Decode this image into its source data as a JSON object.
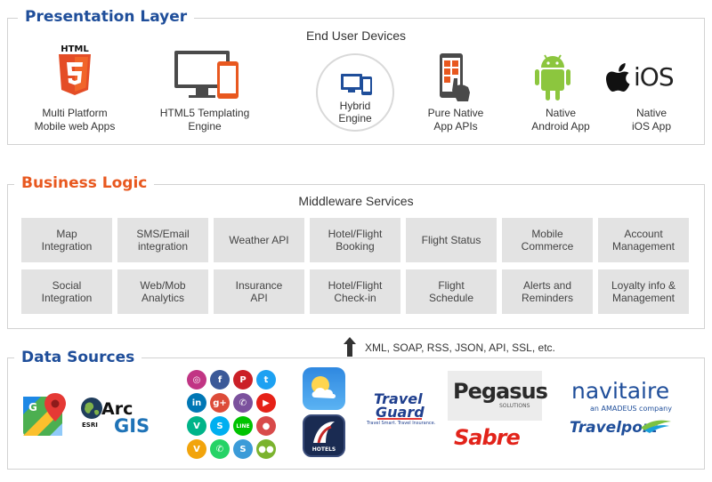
{
  "presentation": {
    "title": "Presentation Layer",
    "subtitle": "End User Devices",
    "devices": [
      {
        "label": "Multi Platform\nMobile web Apps",
        "icon": "html5-icon",
        "badge": "HTML"
      },
      {
        "label": "HTML5 Templating\nEngine",
        "icon": "monitor-phone-icon"
      },
      {
        "label": "Hybrid\nEngine",
        "icon": "tablet-phone-icon"
      },
      {
        "label": "Pure Native\nApp APIs",
        "icon": "touch-phone-icon"
      },
      {
        "label": "Native\nAndroid App",
        "icon": "android-icon"
      },
      {
        "label": "Native\niOS App",
        "icon": "apple-ios-icon",
        "badge": "iOS"
      }
    ]
  },
  "business": {
    "title": "Business Logic",
    "subtitle": "Middleware Services",
    "services": [
      "Map\nIntegration",
      "SMS/Email\nintegration",
      "Weather API",
      "Hotel/Flight\nBooking",
      "Flight Status",
      "Mobile\nCommerce",
      "Account\nManagement",
      "Social\nIntegration",
      "Web/Mob\nAnalytics",
      "Insurance\nAPI",
      "Hotel/Flight\nCheck-in",
      "Flight\nSchedule",
      "Alerts and\nReminders",
      "Loyalty info &\nManagement"
    ]
  },
  "connector": {
    "label": "XML, SOAP, RSS, JSON, API, SSL, etc.",
    "icon": "arrow-up-icon"
  },
  "data_sources": {
    "title": "Data Sources",
    "arcgis": {
      "esri": "ESRI",
      "arc": "Arc",
      "gis": "GIS"
    },
    "social_icons": [
      {
        "name": "instagram-icon",
        "glyph": "◎",
        "color": "#c13584"
      },
      {
        "name": "facebook-icon",
        "glyph": "f",
        "color": "#3b5998"
      },
      {
        "name": "pinterest-icon",
        "glyph": "P",
        "color": "#cb2027"
      },
      {
        "name": "twitter-icon",
        "glyph": "t",
        "color": "#1da1f2"
      },
      {
        "name": "linkedin-icon",
        "glyph": "in",
        "color": "#0077b5"
      },
      {
        "name": "google-plus-icon",
        "glyph": "g+",
        "color": "#dd4b39"
      },
      {
        "name": "viber-icon",
        "glyph": "✆",
        "color": "#7b519d"
      },
      {
        "name": "youtube-icon",
        "glyph": "▶",
        "color": "#e62117"
      },
      {
        "name": "vine-icon",
        "glyph": "V",
        "color": "#00b489"
      },
      {
        "name": "skype-icon",
        "glyph": "S",
        "color": "#00aff0"
      },
      {
        "name": "line-icon",
        "glyph": "LINE",
        "color": "#00c300"
      },
      {
        "name": "periscope-icon",
        "glyph": "●",
        "color": "#d84a4a"
      },
      {
        "name": "vimeo-icon",
        "glyph": "V",
        "color": "#f2a40c"
      },
      {
        "name": "whatsapp-icon",
        "glyph": "✆",
        "color": "#25d366"
      },
      {
        "name": "skype-alt-icon",
        "glyph": "S",
        "color": "#3b9bd8"
      },
      {
        "name": "wechat-icon",
        "glyph": "●●",
        "color": "#7bb32e"
      }
    ],
    "hotels_badge": "HOTELS",
    "travelguard": {
      "line1": "Travel",
      "line2": "Guard",
      "tagline": "Travel Smart. Travel Insurance."
    },
    "pegasus": {
      "name": "Pegasus",
      "sub": "SOLUTIONS"
    },
    "sabre": "Sabre",
    "navitaire": {
      "name": "navitaire",
      "sub": "an AMADEUS company"
    },
    "travelport": "Travelport"
  },
  "colors": {
    "blue_title": "#1f4e9a",
    "orange_title": "#e8581f",
    "html5": "#e44d26",
    "android": "#8cc63e"
  }
}
